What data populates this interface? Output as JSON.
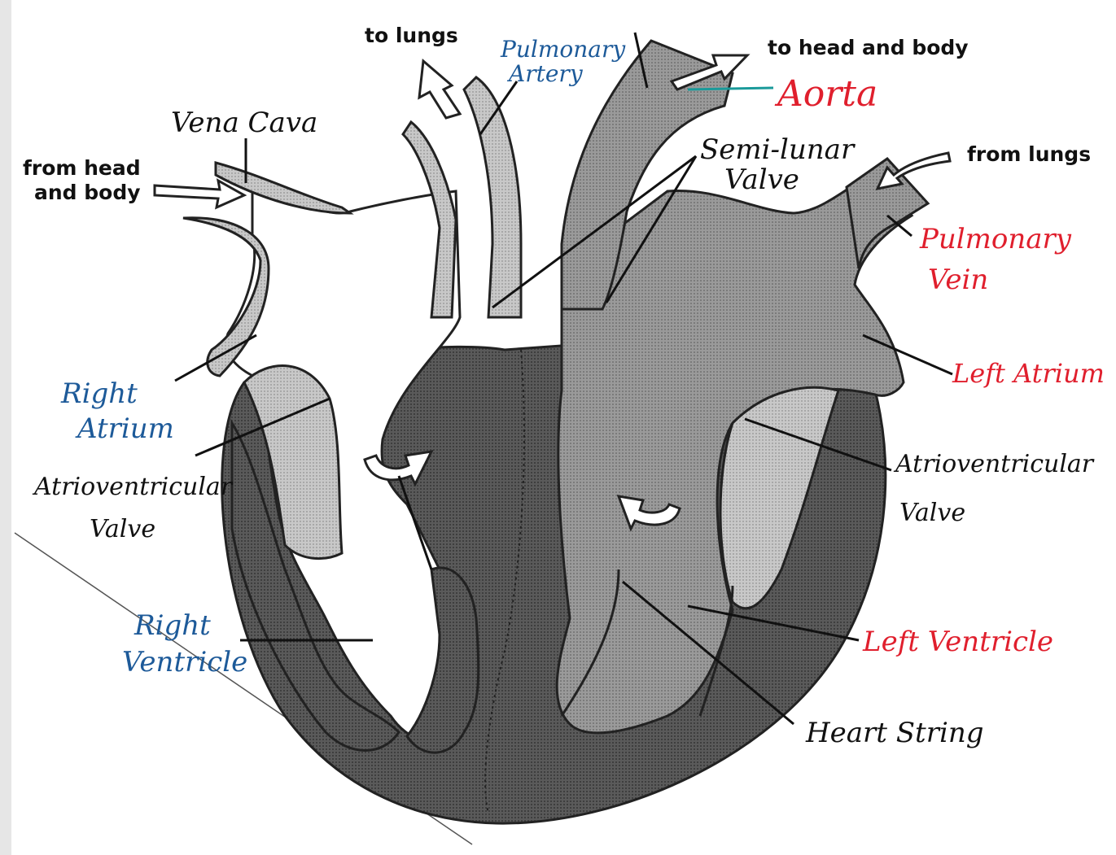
{
  "printed_labels": {
    "to_lungs": "to lungs",
    "to_head_and_body": "to head and body",
    "from_head_line1": "from head",
    "from_head_line2": "and body",
    "from_lungs": "from lungs"
  },
  "handwritten_labels": {
    "vena_cava": "Vena Cava",
    "pulmonary_artery_line1": "Pulmonary",
    "pulmonary_artery_line2": "Artery",
    "aorta": "Aorta",
    "semilunar_line1": "Semi-lunar",
    "semilunar_line2": "Valve",
    "pulmonary_vein_line1": "Pulmonary",
    "pulmonary_vein_line2": "Vein",
    "right_atrium_line1": "Right",
    "right_atrium_line2": "Atrium",
    "left_atrium": "Left Atrium",
    "av_valve_left_line1": "Atrioventricular",
    "av_valve_left_line2": "Valve",
    "av_valve_right_line1": "Atrioventricular",
    "av_valve_right_line2": "Valve",
    "right_ventricle_line1": "Right",
    "right_ventricle_line2": "Ventricle",
    "left_ventricle": "Left Ventricle",
    "heart_string": "Heart String"
  },
  "colors": {
    "handwriting_black": "#111111",
    "handwriting_blue": "#1d5a99",
    "handwriting_red": "#e01f2d",
    "aorta_pointer": "#1a9a9a"
  }
}
